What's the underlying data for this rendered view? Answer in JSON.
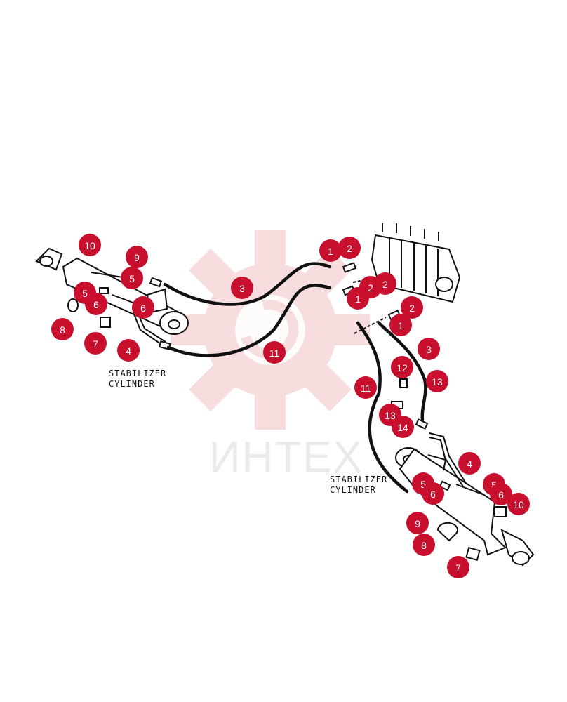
{
  "diagram": {
    "labels": {
      "left": [
        "STABILIZER",
        "CYLINDER"
      ],
      "right": [
        "STABILIZER",
        "CYLINDER"
      ]
    },
    "watermark": {
      "text": "ИНТЕХ",
      "logo_icon": "gear-logo-icon",
      "color": "#e8a5a8"
    },
    "callout_color": "#c8102e",
    "callouts": [
      {
        "n": "10"
      },
      {
        "n": "9"
      },
      {
        "n": "5"
      },
      {
        "n": "6"
      },
      {
        "n": "5"
      },
      {
        "n": "6"
      },
      {
        "n": "8"
      },
      {
        "n": "7"
      },
      {
        "n": "4"
      },
      {
        "n": "3"
      },
      {
        "n": "11"
      },
      {
        "n": "1"
      },
      {
        "n": "2"
      },
      {
        "n": "2"
      },
      {
        "n": "2"
      },
      {
        "n": "1"
      },
      {
        "n": "2"
      },
      {
        "n": "1"
      },
      {
        "n": "3"
      },
      {
        "n": "12"
      },
      {
        "n": "13"
      },
      {
        "n": "11"
      },
      {
        "n": "13"
      },
      {
        "n": "14"
      },
      {
        "n": "4"
      },
      {
        "n": "5"
      },
      {
        "n": "6"
      },
      {
        "n": "5"
      },
      {
        "n": "6"
      },
      {
        "n": "10"
      },
      {
        "n": "9"
      },
      {
        "n": "8"
      },
      {
        "n": "7"
      }
    ]
  }
}
